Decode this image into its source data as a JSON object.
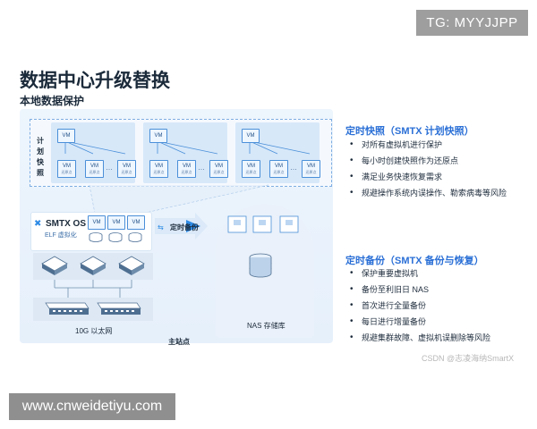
{
  "top_watermark": "TG: MYYJJPP",
  "bottom_watermark": "www.cnweidetiyu.com",
  "title": "数据中心升级替换",
  "subtitle": "本地数据保护",
  "diagram": {
    "plan_label": "计划快照",
    "vm_label": "VM",
    "snap_sublabel": "还原点",
    "dots": "…",
    "product_name": "SMTX OS",
    "product_sub": "ELF 虚拟化",
    "arrow_label": "定时备份",
    "nas_label": "NAS 存储库",
    "network_label": "10G 以太网",
    "site_label": "主站点"
  },
  "right_panel": {
    "snapshot": {
      "title": "定时快照（SMTX 计划快照）",
      "items": [
        "对所有虚拟机进行保护",
        "每小时创建快照作为还原点",
        "满足业务快速恢复需求",
        "规避操作系统内误操作、勒索病毒等风险"
      ]
    },
    "backup": {
      "title": "定时备份（SMTX 备份与恢复）",
      "items": [
        "保护重要虚拟机",
        "备份至利旧日 NAS",
        "首次进行全量备份",
        "每日进行增量备份",
        "规避集群故障、虚拟机误删除等风险"
      ]
    }
  },
  "csdn_watermark": "CSDN @志凌海纳SmartX",
  "colors": {
    "accent_blue": "#2a6fd6",
    "panel_bg": "#e9f2fc",
    "arrow_blue": "#2e8be6"
  }
}
